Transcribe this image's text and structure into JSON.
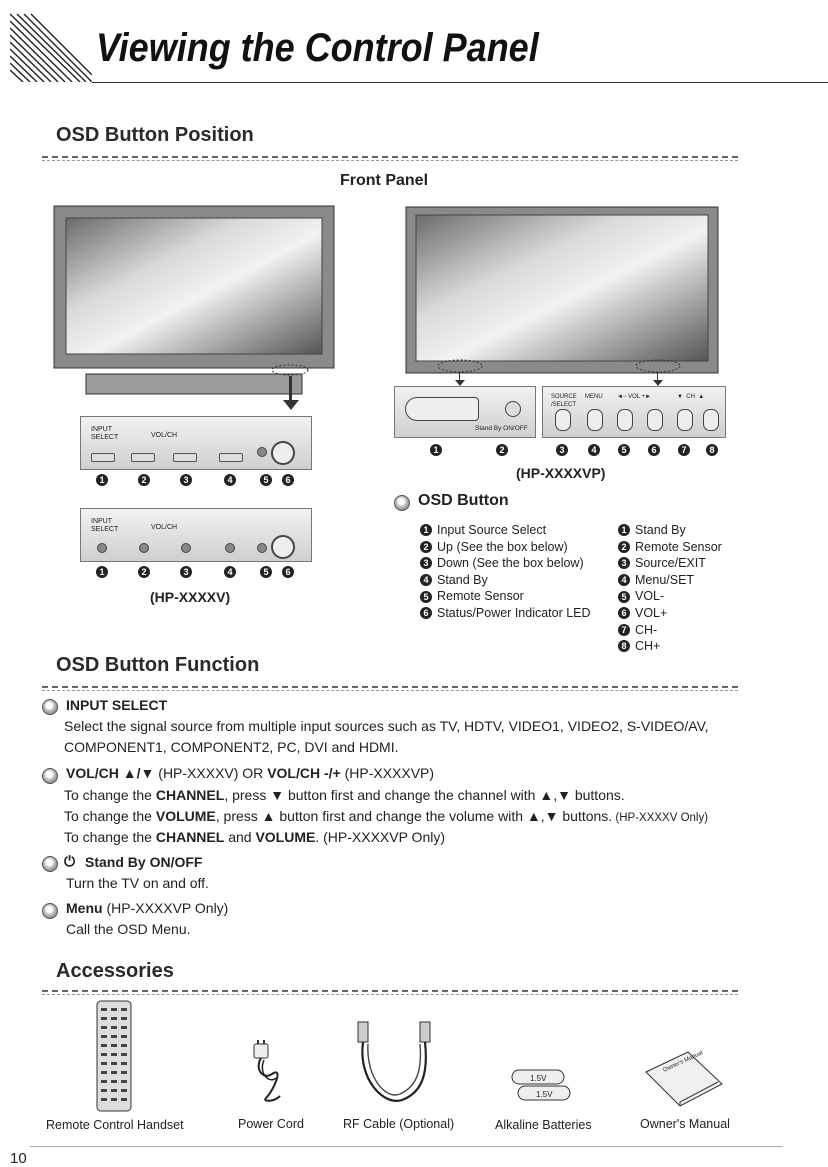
{
  "page": {
    "title": "Viewing the Control Panel",
    "page_number": "10"
  },
  "osd_position": {
    "heading": "OSD Button Position",
    "front_panel": "Front Panel",
    "model_left": "(HP-XXXXV)",
    "model_right": "(HP-XXXXVP)",
    "panel_v_labels": {
      "input_select": "INPUT\nSELECT",
      "vol_ch": "VOL/CH"
    },
    "panel_vp_labels": {
      "source_select": "SOURCE\n/SELECT",
      "menu": "MENU",
      "vol": "◄− VOL +►",
      "ch": "▼  CH  ▲",
      "standby": "Stand By ON/OFF"
    },
    "callouts_v": [
      "1",
      "2",
      "3",
      "4",
      "5",
      "6"
    ],
    "callouts_vp": [
      "1",
      "2",
      "3",
      "4",
      "5",
      "6",
      "7",
      "8"
    ]
  },
  "osd_button": {
    "heading": "OSD Button",
    "left_list": [
      "Input Source Select",
      "Up (See the box below)",
      "Down (See the box below)",
      "Stand By",
      "Remote Sensor",
      "Status/Power Indicator LED"
    ],
    "right_list": [
      "Stand By",
      "Remote Sensor",
      "Source/EXIT",
      "Menu/SET",
      "VOL-",
      "VOL+",
      "CH-",
      "CH+"
    ]
  },
  "osd_function": {
    "heading": "OSD Button Function",
    "input_select": {
      "title": "INPUT SELECT",
      "line1": "Select the signal source from multiple input sources such as TV, HDTV, VIDEO1, VIDEO2, S-VIDEO/AV,",
      "line2": "COMPONENT1, COMPONENT2, PC, DVI and HDMI."
    },
    "vol_ch": {
      "title_a": "VOL/CH ▲/▼",
      "title_b": " (HP-XXXXV) OR ",
      "title_c": "VOL/CH -/+",
      "title_d": " (HP-XXXXVP)",
      "l1a": "To change the ",
      "l1b": "CHANNEL",
      "l1c": ", press ▼ button first and change the channel with ▲,▼ buttons.",
      "l2a": "To change the ",
      "l2b": "VOLUME",
      "l2c": ", press ▲ button first and change the volume with ▲,▼ buttons.",
      "l2d": " (HP-XXXXV Only)",
      "l3a": "To change the ",
      "l3b": "CHANNEL",
      "l3c": " and ",
      "l3d": "VOLUME",
      "l3e": ". (HP-XXXXVP Only)"
    },
    "standby": {
      "title": "Stand By ON/OFF",
      "text": "Turn the TV on and off."
    },
    "menu": {
      "title_a": "Menu",
      "title_b": " (HP-XXXXVP Only)",
      "text": "Call the OSD Menu."
    }
  },
  "accessories": {
    "heading": "Accessories",
    "items": [
      "Remote Control Handset",
      "Power Cord",
      "RF Cable (Optional)",
      "Alkaline Batteries",
      "Owner's Manual"
    ],
    "battery_label": "1.5V",
    "manual_label": "Owner's Manual"
  }
}
